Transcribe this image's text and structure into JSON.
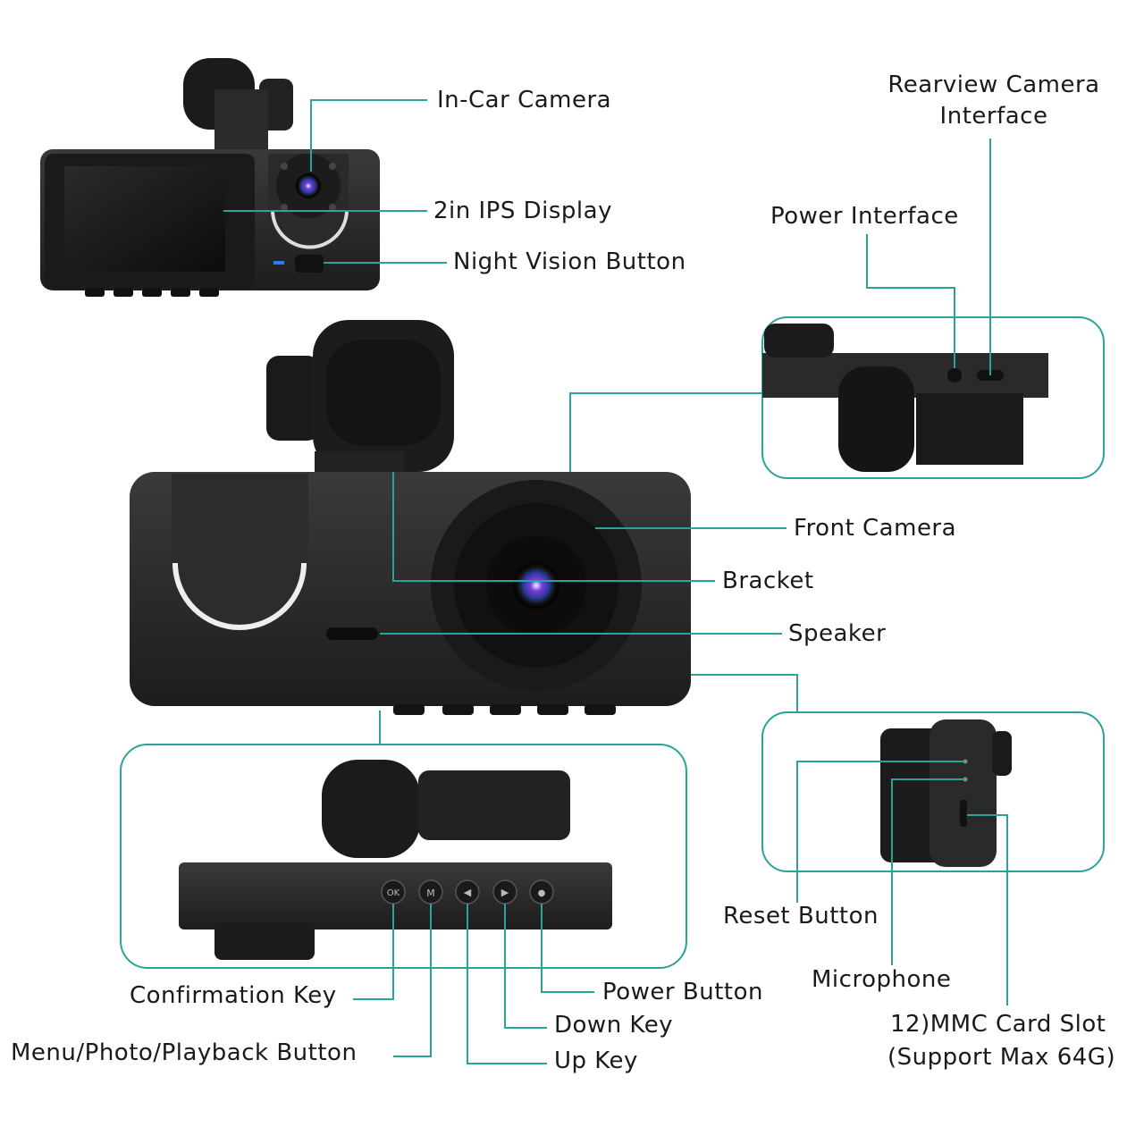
{
  "colors": {
    "leader": "#2aa39a",
    "body": "#2b2b2b",
    "body_dark": "#161616",
    "lens": "#7a3cd8"
  },
  "labels": {
    "in_car_camera": "In-Car Camera",
    "ips_display": "2in IPS Display",
    "night_vision_button": "Night Vision Button",
    "rearview_interface_line1": "Rearview Camera",
    "rearview_interface_line2": "Interface",
    "power_interface": "Power Interface",
    "front_camera": "Front Camera",
    "bracket": "Bracket",
    "speaker": "Speaker",
    "reset_button": "Reset Button",
    "microphone": "Microphone",
    "card_slot_line1": "12)MMC Card Slot",
    "card_slot_line2": "(Support Max 64G)",
    "confirmation_key": "Confirmation Key",
    "menu_button": "Menu/Photo/Playback Button",
    "power_button": "Power Button",
    "down_key": "Down Key",
    "up_key": "Up Key"
  },
  "key_glyphs": {
    "ok": "OK",
    "menu": "M",
    "up": "◀",
    "down": "▶",
    "power": "●"
  }
}
